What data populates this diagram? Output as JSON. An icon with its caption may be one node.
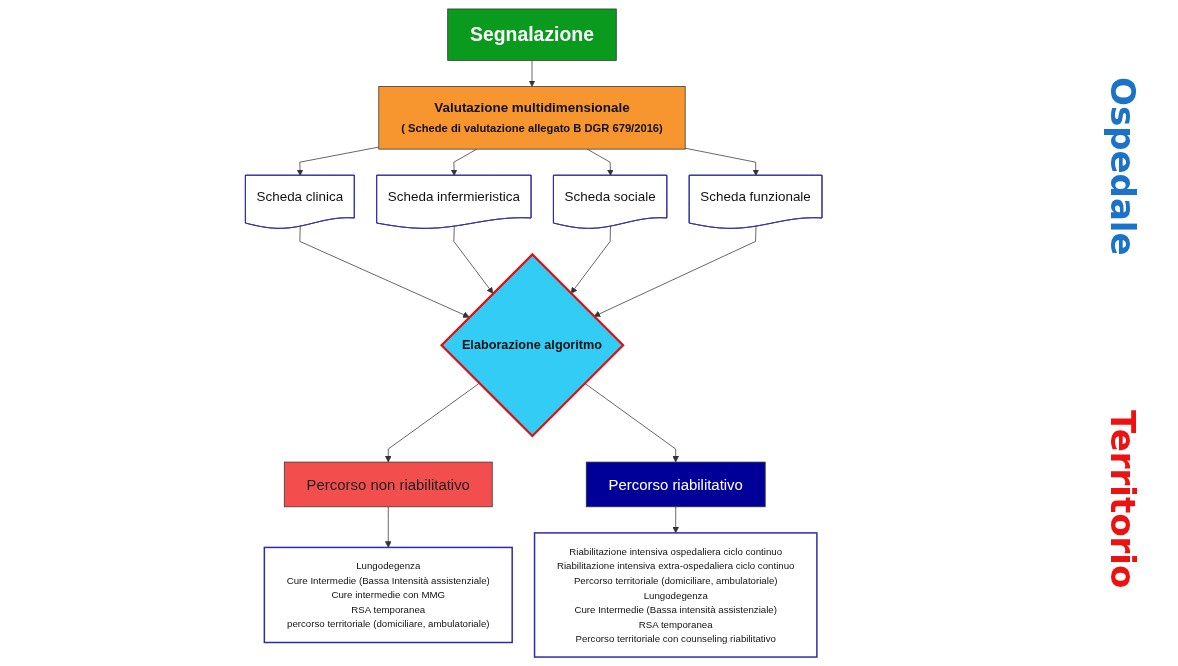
{
  "diagram": {
    "nodes": [
      {
        "text": [
          "Segnalazione"
        ]
      },
      {
        "text": [
          "Valutazione multidimensionale",
          "( Schede di valutazione allegato B DGR 679/2016)"
        ]
      },
      {
        "text": [
          "Scheda clinica"
        ]
      },
      {
        "text": [
          "Scheda infermieristica"
        ]
      },
      {
        "text": [
          "Scheda sociale"
        ]
      },
      {
        "text": [
          "Scheda funzionale"
        ]
      },
      {
        "text": [
          "Elaborazione algoritmo"
        ]
      },
      {
        "text": [
          "Percorso non riabilitativo"
        ]
      },
      {
        "text": [
          "Lungodegenza",
          "Cure Intermedie (Bassa Intensità assistenziale)",
          "Cure intermedie con MMG",
          "RSA temporanea",
          "percorso territoriale (domiciliare, ambulatoriale)"
        ]
      },
      {
        "text": [
          "Percorso riabilitativo"
        ]
      },
      {
        "text": [
          "Riabilitazione intensiva ospedaliera ciclo continuo",
          "Riabilitazione intensiva extra-ospedaliera ciclo continuo",
          "Percorso territoriale (domiciliare, ambulatoriale)",
          "Lungodegenza",
          "Cure Intermedie (Bassa intensità assistenziale)",
          "RSA temporanea",
          "Percorso territoriale con counseling riabilitativo"
        ]
      }
    ],
    "edges": [
      {
        "from": 0,
        "to": 1,
        "arrow": "to"
      },
      {
        "from": 1,
        "to": 2,
        "arrow": "to"
      },
      {
        "from": 1,
        "to": 3,
        "arrow": "to"
      },
      {
        "from": 1,
        "to": 4,
        "arrow": "to"
      },
      {
        "from": 1,
        "to": 5,
        "arrow": "to"
      },
      {
        "from": 2,
        "to": 6,
        "arrow": "to"
      },
      {
        "from": 3,
        "to": 6,
        "arrow": "to"
      },
      {
        "from": 4,
        "to": 6,
        "arrow": "to"
      },
      {
        "from": 5,
        "to": 6,
        "arrow": "to"
      },
      {
        "from": 6,
        "to": 7,
        "arrow": "to"
      },
      {
        "from": 6,
        "to": 9,
        "arrow": "to"
      },
      {
        "from": 7,
        "to": 8,
        "arrow": "to"
      },
      {
        "from": 9,
        "to": 10,
        "arrow": "to"
      }
    ],
    "labels": [
      "Ospedale",
      "Territorio"
    ]
  }
}
